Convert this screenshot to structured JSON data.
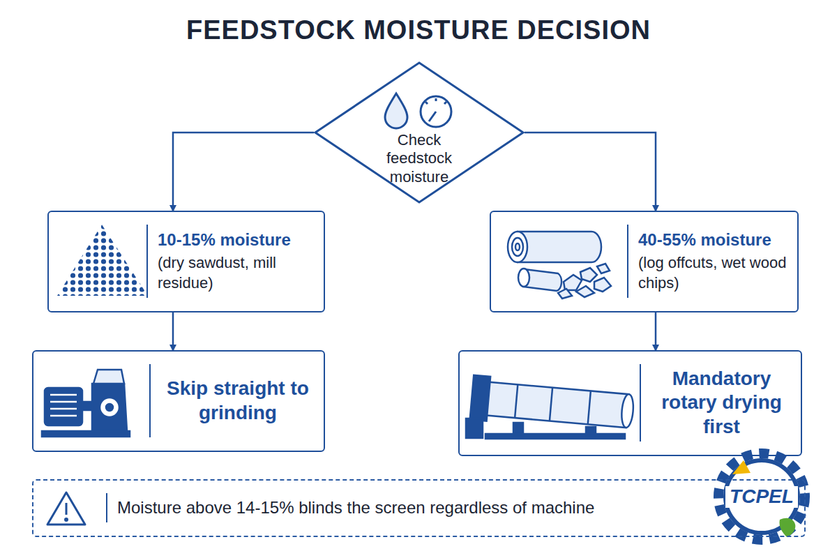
{
  "diagram": {
    "title": "FEEDSTOCK MOISTURE DECISION",
    "nodes": [
      {
        "text": [
          "Check feedstock moisture"
        ]
      },
      {
        "text": [
          "10-15% moisture",
          "(dry sawdust, mill residue)"
        ]
      },
      {
        "text": [
          "40-55% moisture",
          "(log offcuts, wet wood chips)"
        ]
      },
      {
        "text": [
          "Skip straight to grinding"
        ]
      },
      {
        "text": [
          "Mandatory rotary drying first"
        ]
      },
      {
        "text": [
          "Moisture above 14-15% blinds the screen regardless of machine"
        ]
      }
    ],
    "edges": [
      {
        "from": 0,
        "to": 1,
        "arrow": "to"
      },
      {
        "from": 0,
        "to": 2,
        "arrow": "to"
      },
      {
        "from": 1,
        "to": 3,
        "arrow": "to"
      },
      {
        "from": 2,
        "to": 4,
        "arrow": "to"
      }
    ],
    "labels": [
      "TCPEL"
    ]
  }
}
